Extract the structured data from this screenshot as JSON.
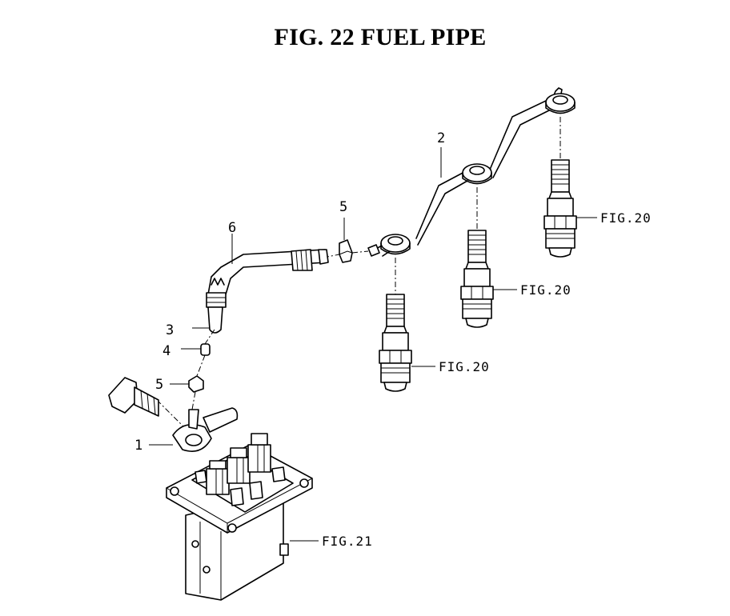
{
  "title": "FIG. 22  FUEL PIPE",
  "callouts": {
    "c1": "1",
    "c2": "2",
    "c3": "3",
    "c4": "4",
    "c5a": "5",
    "c5b": "5",
    "c6": "6"
  },
  "references": {
    "nozzle_left": "FIG.20",
    "nozzle_middle": "FIG.20",
    "nozzle_right": "FIG.20",
    "injection_pump": "FIG.21"
  }
}
